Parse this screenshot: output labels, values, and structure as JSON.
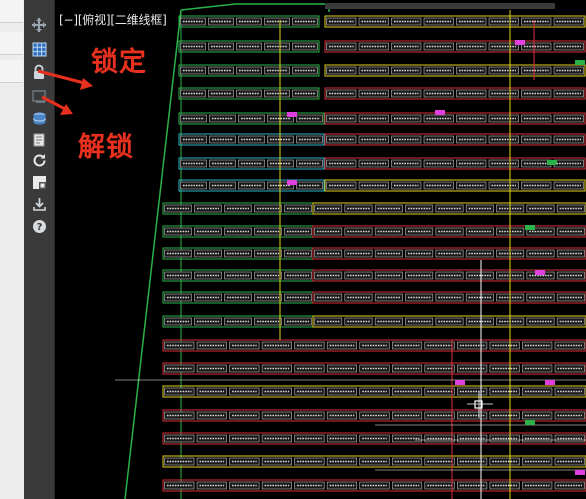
{
  "viewport": {
    "view_label": "[−][俯视][二维线框]"
  },
  "annotations": {
    "lock": "锁定",
    "unlock": "解锁"
  },
  "toolbar": {
    "tools": [
      {
        "name": "pan-icon"
      },
      {
        "name": "grid-icon"
      },
      {
        "name": "lock-icon"
      },
      {
        "name": "unlock-icon"
      },
      {
        "name": "layers-icon"
      },
      {
        "name": "page-icon"
      },
      {
        "name": "refresh-icon"
      },
      {
        "name": "mask-icon"
      },
      {
        "name": "download-icon"
      },
      {
        "name": "help-icon"
      }
    ]
  },
  "colors": {
    "accent_red": "#e8301f",
    "toolbar_bg": "#3a3a3a",
    "panel_green": "#2bb34a",
    "panel_cyan": "#29b6c9",
    "panel_yellow": "#e6d21d",
    "panel_red": "#d9303a",
    "panel_magenta": "#e040e0"
  }
}
